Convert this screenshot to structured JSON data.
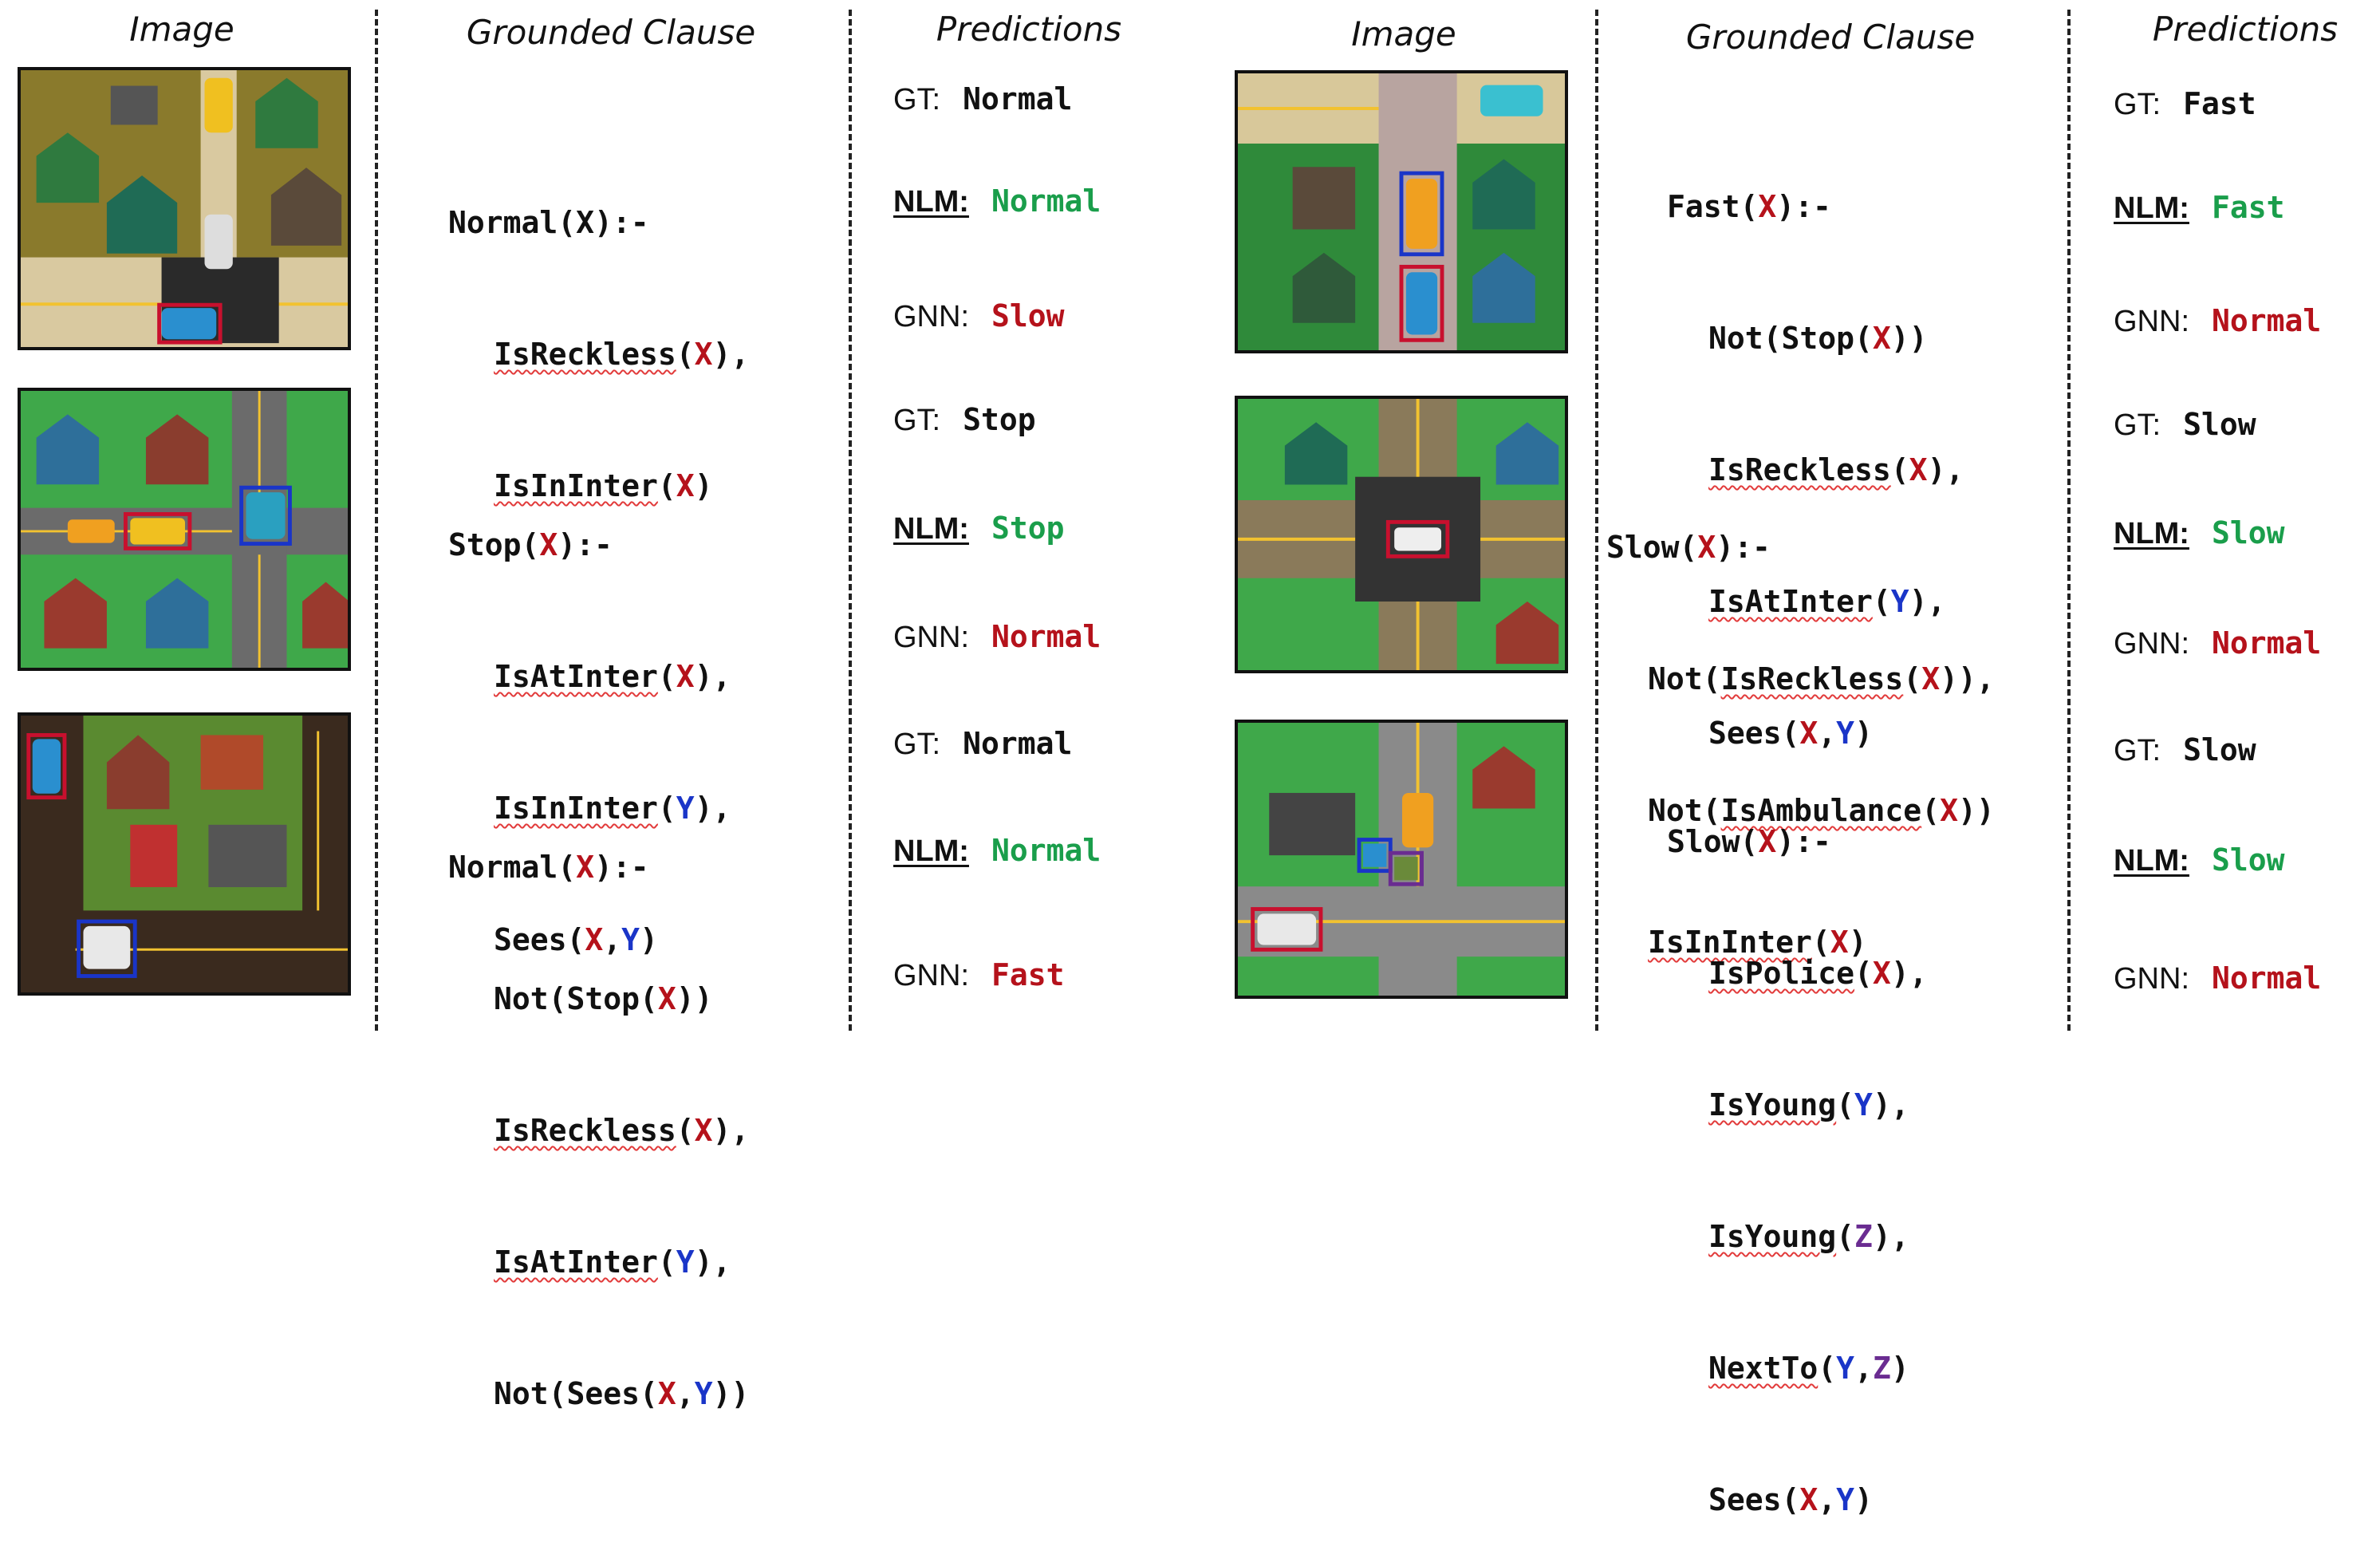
{
  "headers": {
    "image": "Image",
    "clause": "Grounded Clause",
    "predictions": "Predictions"
  },
  "labels": {
    "gt": "GT:",
    "nlm": "NLM:",
    "gnn": "GNN:"
  },
  "examples": [
    {
      "clause": [
        "Normal(X):-",
        "IsReckless(X),",
        "IsInInter(X)"
      ],
      "gt": "Normal",
      "nlm": "Normal",
      "gnn": "Slow"
    },
    {
      "clause": [
        "Stop(X):-",
        "IsAtInter(X),",
        "IsInInter(Y),",
        "Sees(X,Y)"
      ],
      "gt": "Stop",
      "nlm": "Stop",
      "gnn": "Normal"
    },
    {
      "clause": [
        "Normal(X):-",
        "Not(Stop(X))",
        "IsReckless(X),",
        "IsAtInter(Y),",
        "Not(Sees(X,Y))"
      ],
      "gt": "Normal",
      "nlm": "Normal",
      "gnn": "Fast"
    },
    {
      "clause": [
        "Fast(X):-",
        "Not(Stop(X))",
        "IsReckless(X),",
        "IsAtInter(Y),",
        "Sees(X,Y)"
      ],
      "gt": "Fast",
      "nlm": "Fast",
      "gnn": "Normal"
    },
    {
      "clause": [
        "Slow(X):-",
        "Not(IsReckless(X)),",
        "Not(IsAmbulance(X))",
        "IsInInter(X)"
      ],
      "gt": "Slow",
      "nlm": "Slow",
      "gnn": "Normal"
    },
    {
      "clause": [
        "Slow(X):-",
        "IsPolice(X),",
        "IsYoung(Y),",
        "IsYoung(Z),",
        "NextTo(Y,Z)",
        "Sees(X,Y)"
      ],
      "gt": "Slow",
      "nlm": "Slow",
      "gnn": "Normal"
    }
  ],
  "colors": {
    "var_x": "#b5121b",
    "var_y": "#1a35c8",
    "var_z": "#6a2c91",
    "correct": "#1a9e4b",
    "wrong": "#b5121b"
  }
}
